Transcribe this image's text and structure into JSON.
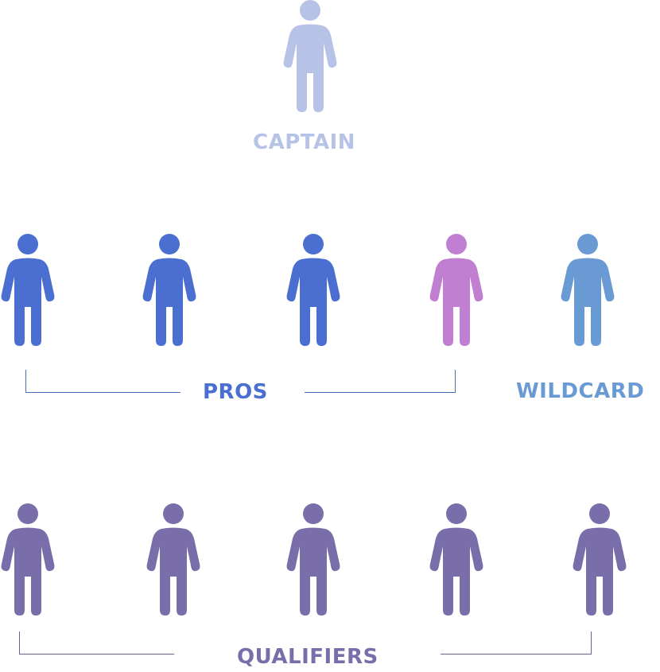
{
  "colors": {
    "captain": "#b7c3e6",
    "pro": "#4a6fd1",
    "wildcard_figure": "#c07fd1",
    "wildcard": "#6a9ad3",
    "qualifier": "#7a6eaa",
    "pros_bracket": "#4a6fb8",
    "qualifiers_bracket": "#6a5e9e"
  },
  "labels": {
    "captain": "CAPTAIN",
    "pros": "PROS",
    "wildcard": "WILDCARD",
    "qualifiers": "QUALIFIERS"
  },
  "icon": "person-icon"
}
